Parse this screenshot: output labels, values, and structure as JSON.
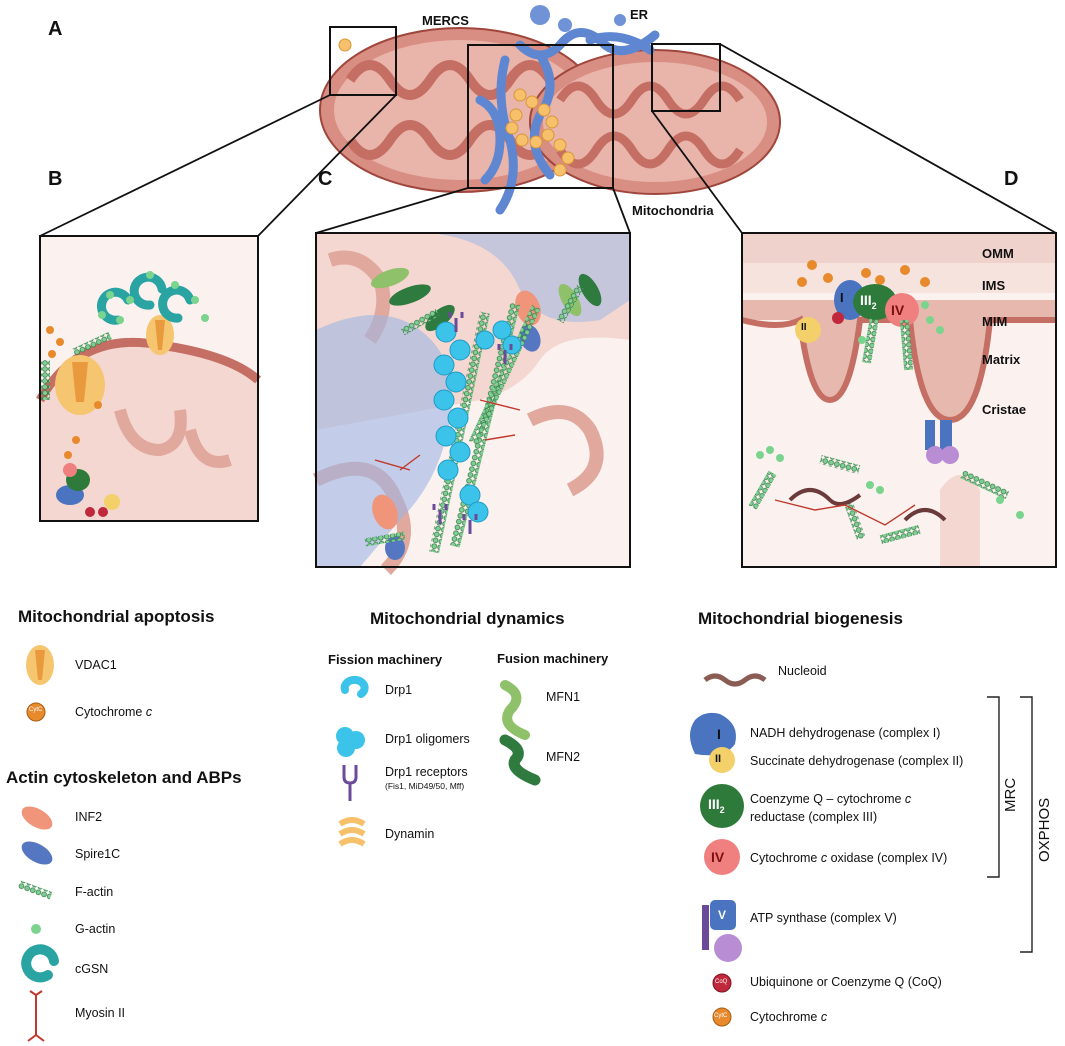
{
  "panels": {
    "a": "A",
    "b": "B",
    "c": "C",
    "d": "D"
  },
  "top_labels": {
    "mercs": "MERCS",
    "er": "ER",
    "mitochondria": "Mitochondria"
  },
  "panel_d_labels": [
    "OMM",
    "IMS",
    "MIM",
    "Matrix",
    "Cristae"
  ],
  "complex_labels": {
    "i": "I",
    "ii": "II",
    "iii": "III",
    "iii_sub": "2",
    "iv": "IV",
    "v": "V"
  },
  "legend": {
    "apoptosis": {
      "title": "Mitochondrial apoptosis",
      "items": [
        "VDAC1",
        "Cytochrome "
      ],
      "cyt_italic": "c"
    },
    "actin": {
      "title": "Actin cytoskeleton and ABPs",
      "items": [
        "INF2",
        "Spire1C",
        "F-actin",
        "G-actin",
        "cGSN",
        "Myosin II"
      ]
    },
    "dynamics": {
      "title": "Mitochondrial dynamics",
      "fission_title": "Fission machinery",
      "fusion_title": "Fusion machinery",
      "fission_items": [
        "Drp1",
        "Drp1 oligomers",
        "Drp1 receptors",
        "Dynamin"
      ],
      "receptor_note": "(Fis1, MiD49/50, Mff)",
      "fusion_items": [
        "MFN1",
        "MFN2"
      ]
    },
    "biogenesis": {
      "title": "Mitochondrial biogenesis",
      "nucleoid": "Nucleoid",
      "c1": "NADH dehydrogenase (complex I)",
      "c2": "Succinate dehydrogenase (complex II)",
      "c3a": "Coenzyme Q – cytochrome ",
      "c3b": "reductase (complex III)",
      "c4": "Cytochrome ",
      "c4b": " oxidase (complex IV)",
      "c5": "ATP synthase (complex V)",
      "coq": "Ubiquinone or Coenzyme Q (CoQ)",
      "cytc": "Cytochrome ",
      "italic_c": "c",
      "mrc": "MRC",
      "oxphos": "OXPHOS",
      "coq_icon": "CoQ",
      "cytc_icon": "CytC"
    }
  },
  "colors": {
    "mito_outer": "#d98e84",
    "mito_inner": "#f3d7d0",
    "mito_edge": "#a0463c",
    "er": "#6f93d6",
    "dynamin": "#f7c06a",
    "drp1": "#3cc3ea",
    "factin": "#3c9c5a",
    "gactin": "#7ad48e",
    "mfn1": "#8fc06a",
    "mfn2": "#2f7a3f",
    "inf2": "#f0957a",
    "spire": "#5577c2",
    "cgsn": "#2aa3a3",
    "vdac": "#f6c56f",
    "receptor": "#6b4a9a",
    "complex1": "#4a73c0",
    "complex2": "#f3d06a",
    "complex3": "#2d7a3a",
    "complex4": "#f08080",
    "coq": "#c0283c",
    "cytc": "#e8892c"
  }
}
